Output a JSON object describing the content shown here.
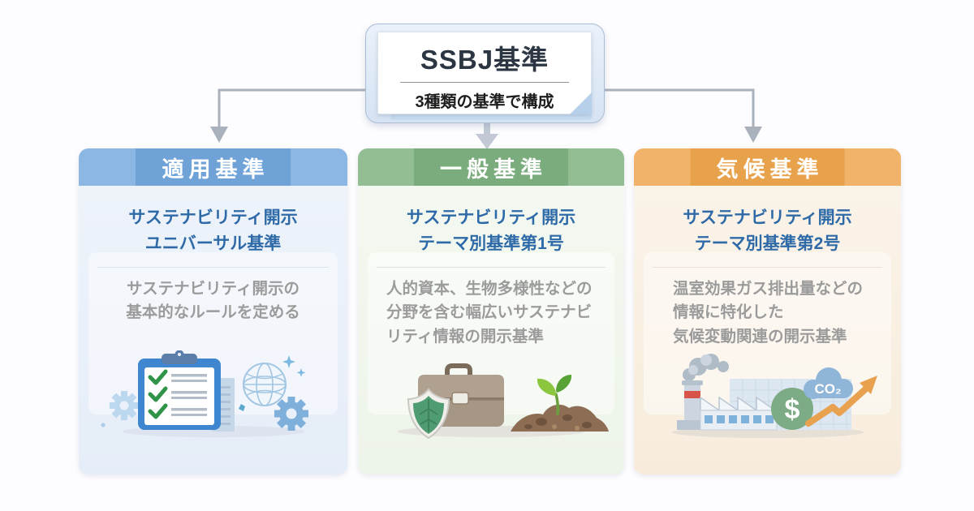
{
  "background_color": "#fdfcfe",
  "connector_color": "#a9b1bc",
  "root_box": {
    "title": "SSBJ基準",
    "subtitle": "3種類の基準で構成"
  },
  "cards": [
    {
      "header": "適用基準",
      "header_color": "#6fa3d8",
      "header_color_light": "#8cb6e3",
      "subtitle_text_color": "#2e6aa7",
      "subtitle_lines": [
        "サステナビリティ開示",
        "ユニバーサル基準"
      ],
      "desc_lines": [
        "サステナビリティ開示の",
        "基本的なルールを定める"
      ],
      "illustration": "checklist-clipboard-globe-gears"
    },
    {
      "header": "一般基準",
      "header_color": "#7bac7d",
      "header_color_light": "#93be94",
      "subtitle_text_color": "#2e6aa7",
      "subtitle_lines": [
        "サステナビリティ開示",
        "テーマ別基準第1号"
      ],
      "desc_lines": [
        "人的資本、生物多様性などの",
        "分野を含む幅広いサステナビ",
        "リティ情報の開示基準"
      ],
      "illustration": "leaf-shield-briefcase-soil-sprout"
    },
    {
      "header": "気候基準",
      "header_color": "#e9a24c",
      "header_color_light": "#f1b269",
      "subtitle_text_color": "#2e6aa7",
      "subtitle_lines": [
        "サステナビリティ開示",
        "テーマ別基準第2号"
      ],
      "desc_lines": [
        "温室効果ガス排出量などの",
        "情報に特化した",
        "気候変動関連の開示基準"
      ],
      "illustration": "factory-co2-cloud-dollar-growth-arrow",
      "illustration_labels": {
        "co2": "CO₂",
        "dollar": "$"
      }
    }
  ]
}
